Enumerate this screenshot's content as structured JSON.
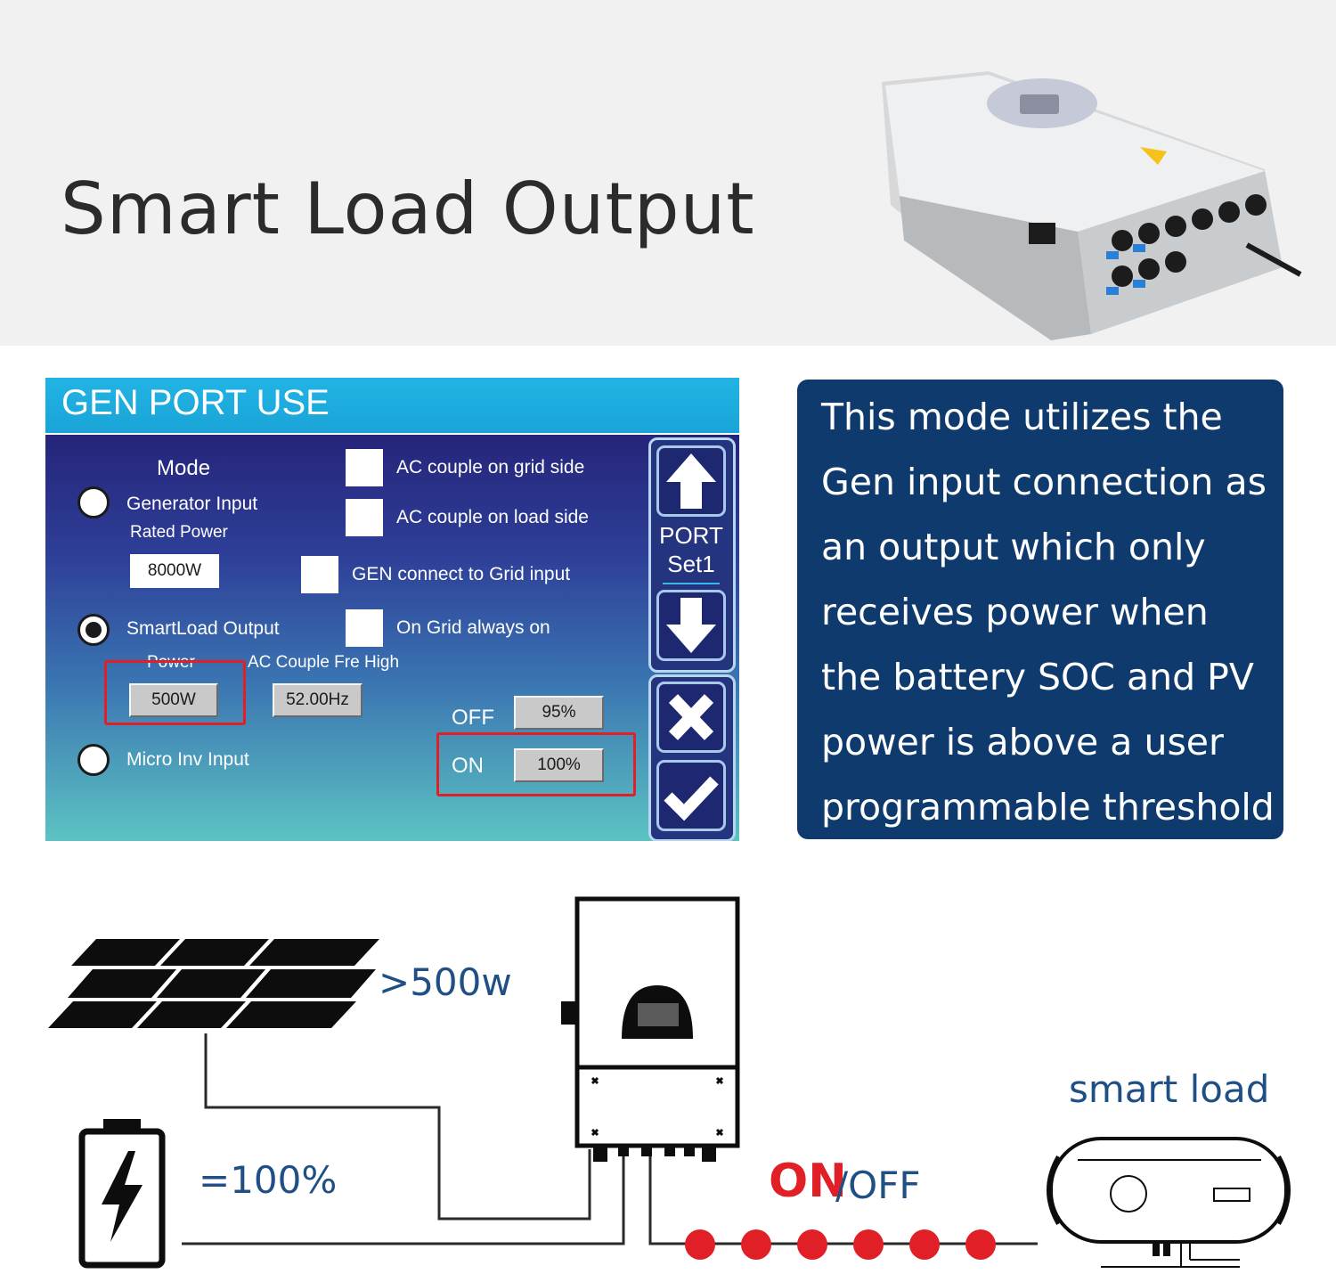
{
  "title": "Smart Load Output",
  "panel": {
    "title": "GEN PORT USE",
    "mode_label": "Mode",
    "generator_input": "Generator Input",
    "rated_power_label": "Rated Power",
    "rated_power_value": "8000W",
    "smartload_output": "SmartLoad Output",
    "power_label": "Power",
    "power_value": "500W",
    "ac_couple_fre_high_label": "AC Couple Fre High",
    "ac_couple_fre_high_value": "52.00Hz",
    "micro_inv_input": "Micro Inv Input",
    "ac_couple_grid_side": "AC couple on grid side",
    "ac_couple_load_side": "AC couple on load side",
    "gen_connect_grid": "GEN connect to Grid input",
    "on_grid_always_on": "On Grid always on",
    "off_label": "OFF",
    "off_value": "95%",
    "on_label": "ON",
    "on_value": "100%",
    "port_line1": "PORT",
    "port_line2": "Set1",
    "selected_mode": "SmartLoad Output"
  },
  "description": "This mode utilizes the Gen input connection as an output which only receives power when the battery SOC and PV power is above a user programmable threshold",
  "diagram": {
    "pv_label": ">500w",
    "battery_label": "=100%",
    "on_text": "ON",
    "off_text": "/OFF",
    "load_label": "smart  load"
  },
  "colors": {
    "header_blue": "#1aa3d8",
    "card_navy": "#0e3a6e",
    "highlight_red": "#e01f26",
    "label_blue": "#1f4f85"
  }
}
